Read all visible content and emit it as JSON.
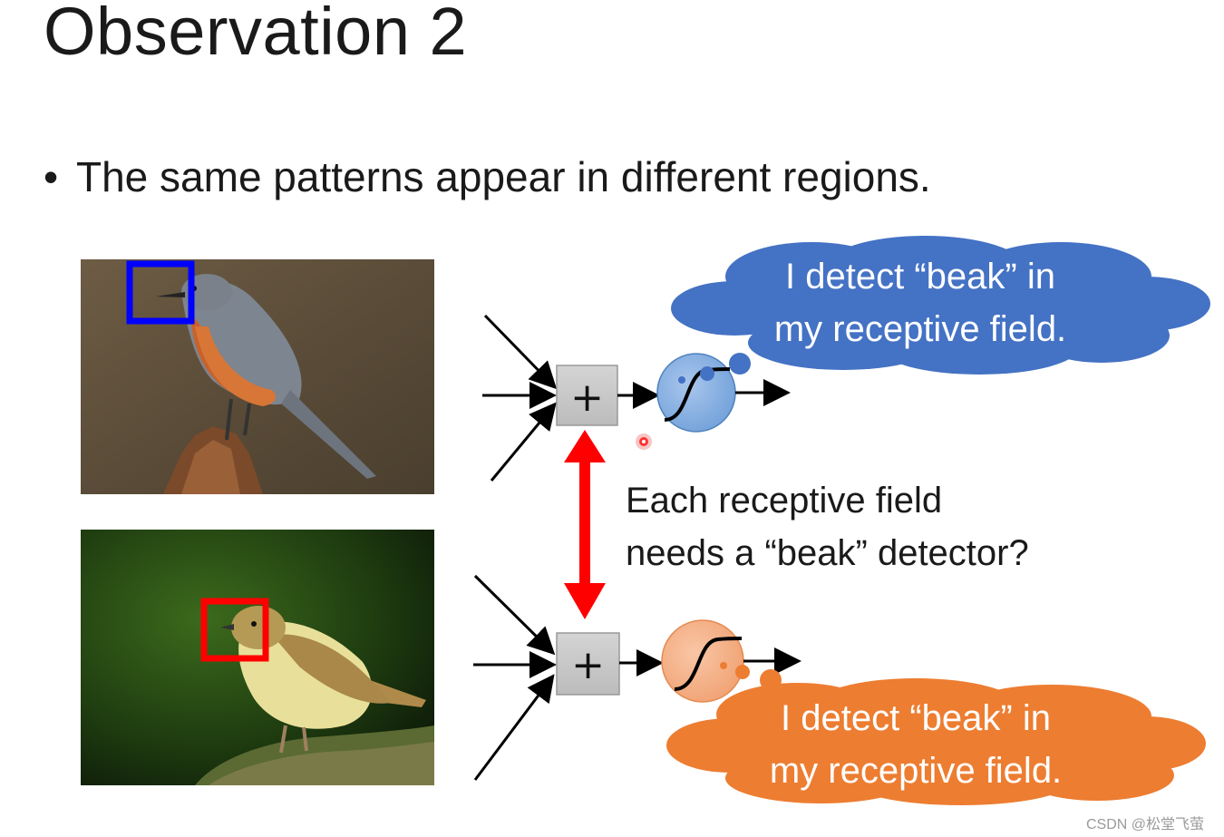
{
  "slide": {
    "title": "Observation 2",
    "bullet": "The same patterns appear in different regions."
  },
  "diagram": {
    "top_thought": {
      "line1": "I detect “beak” in",
      "line2": "my receptive field.",
      "color": "#4472c4"
    },
    "bottom_thought": {
      "line1": "I detect “beak” in",
      "line2": "my receptive field.",
      "color": "#ed7d31"
    },
    "question": {
      "line1": "Each receptive field",
      "line2": "needs a “beak” detector?"
    },
    "sum_symbol": "+",
    "top_box_color": "#0000ff",
    "bottom_box_color": "#ff0000",
    "arrow_color": "#ff0000"
  },
  "footer": {
    "watermark": "CSDN @松堂飞萤"
  }
}
